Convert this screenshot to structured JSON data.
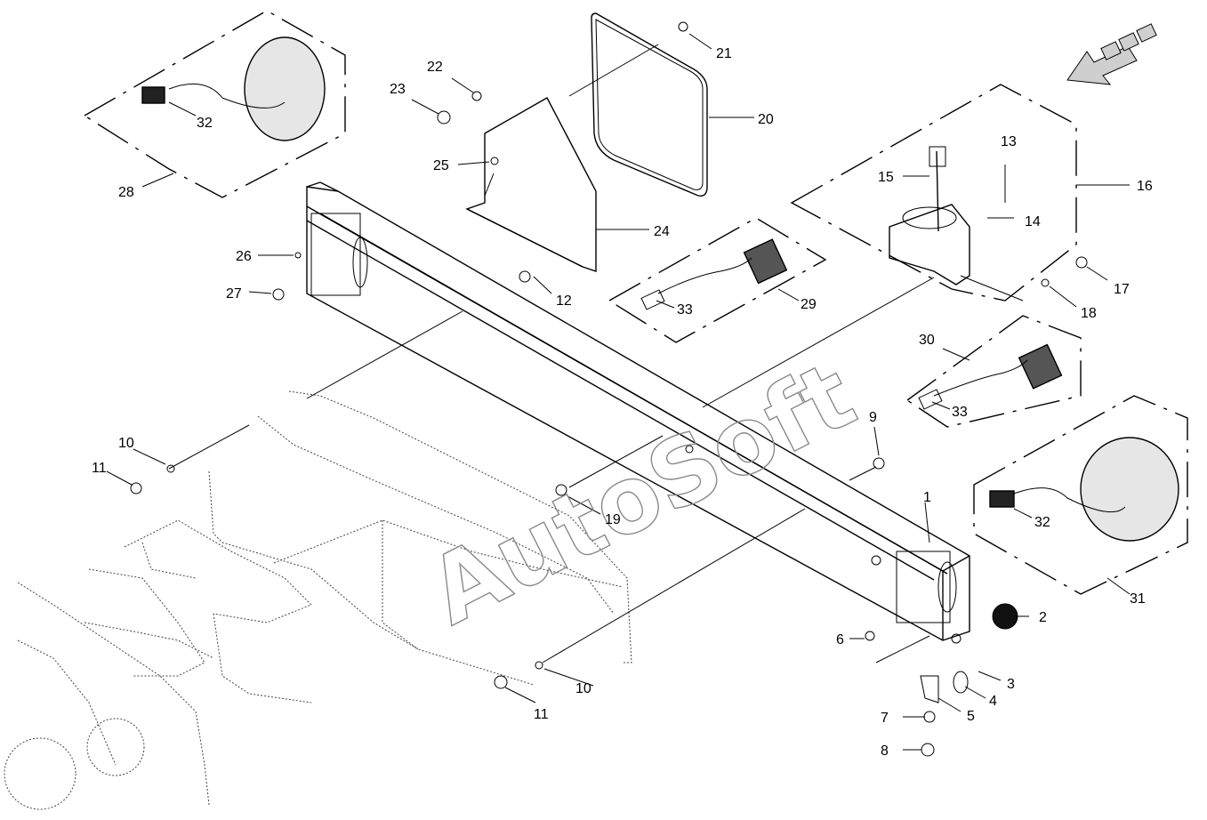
{
  "watermark": "AutoSoft",
  "callouts": [
    {
      "id": "1",
      "label": "1"
    },
    {
      "id": "2",
      "label": "2"
    },
    {
      "id": "3",
      "label": "3"
    },
    {
      "id": "4",
      "label": "4"
    },
    {
      "id": "5",
      "label": "5"
    },
    {
      "id": "6",
      "label": "6"
    },
    {
      "id": "7",
      "label": "7"
    },
    {
      "id": "8",
      "label": "8"
    },
    {
      "id": "9",
      "label": "9"
    },
    {
      "id": "10a",
      "label": "10"
    },
    {
      "id": "10b",
      "label": "10"
    },
    {
      "id": "11a",
      "label": "11"
    },
    {
      "id": "11b",
      "label": "11"
    },
    {
      "id": "12",
      "label": "12"
    },
    {
      "id": "13",
      "label": "13"
    },
    {
      "id": "14",
      "label": "14"
    },
    {
      "id": "15",
      "label": "15"
    },
    {
      "id": "16",
      "label": "16"
    },
    {
      "id": "17",
      "label": "17"
    },
    {
      "id": "18",
      "label": "18"
    },
    {
      "id": "19",
      "label": "19"
    },
    {
      "id": "20",
      "label": "20"
    },
    {
      "id": "21",
      "label": "21"
    },
    {
      "id": "22",
      "label": "22"
    },
    {
      "id": "23",
      "label": "23"
    },
    {
      "id": "24",
      "label": "24"
    },
    {
      "id": "25",
      "label": "25"
    },
    {
      "id": "26",
      "label": "26"
    },
    {
      "id": "27",
      "label": "27"
    },
    {
      "id": "28",
      "label": "28"
    },
    {
      "id": "29",
      "label": "29"
    },
    {
      "id": "30",
      "label": "30"
    },
    {
      "id": "31",
      "label": "31"
    },
    {
      "id": "32a",
      "label": "32"
    },
    {
      "id": "32b",
      "label": "32"
    },
    {
      "id": "33a",
      "label": "33"
    },
    {
      "id": "33b",
      "label": "33"
    }
  ]
}
